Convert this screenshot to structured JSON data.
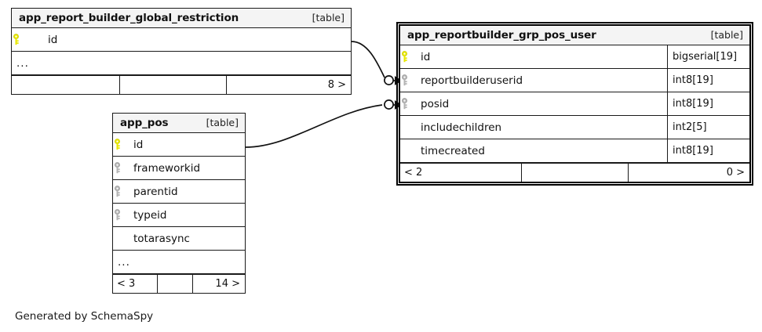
{
  "diagram": {
    "kind": "schemaspy-er-diagram",
    "footer_note": "Generated by SchemaSpy",
    "table_tag": "[table]",
    "ellipsis": "...",
    "colors": {
      "primary_key": "#e8e800",
      "foreign_key": "#b0b0b0",
      "header_bg": "#f4f4f4",
      "border": "#1a1a1a",
      "text": "#111111",
      "background": "#ffffff"
    }
  },
  "tables": [
    {
      "id": "app_report_builder_global_restriction",
      "name": "app_report_builder_global_restriction",
      "tag": "[table]",
      "focal": false,
      "show_types": false,
      "columns": [
        {
          "name": "id",
          "key": "primary",
          "type": "",
          "indent": true
        }
      ],
      "has_more_row": true,
      "more_label": "...",
      "footer": {
        "left": "",
        "mid": "",
        "right": "8 >"
      }
    },
    {
      "id": "app_pos",
      "name": "app_pos",
      "tag": "[table]",
      "focal": false,
      "show_types": false,
      "columns": [
        {
          "name": "id",
          "key": "primary",
          "type": "",
          "indent": false
        },
        {
          "name": "frameworkid",
          "key": "foreign",
          "type": "",
          "indent": false
        },
        {
          "name": "parentid",
          "key": "foreign",
          "type": "",
          "indent": false
        },
        {
          "name": "typeid",
          "key": "foreign",
          "type": "",
          "indent": false
        },
        {
          "name": "totarasync",
          "key": "none",
          "type": "",
          "indent": false
        }
      ],
      "has_more_row": true,
      "more_label": "...",
      "footer": {
        "left": "< 3",
        "mid": "",
        "right": "14 >"
      }
    },
    {
      "id": "app_reportbuilder_grp_pos_user",
      "name": "app_reportbuilder_grp_pos_user",
      "tag": "[table]",
      "focal": true,
      "show_types": true,
      "columns": [
        {
          "name": "id",
          "key": "primary",
          "type": "bigserial[19]",
          "indent": false
        },
        {
          "name": "reportbuilderuserid",
          "key": "foreign",
          "type": "int8[19]",
          "indent": false
        },
        {
          "name": "posid",
          "key": "foreign",
          "type": "int8[19]",
          "indent": false
        },
        {
          "name": "includechildren",
          "key": "none",
          "type": "int2[5]",
          "indent": false
        },
        {
          "name": "timecreated",
          "key": "none",
          "type": "int8[19]",
          "indent": false
        }
      ],
      "has_more_row": false,
      "more_label": "",
      "footer": {
        "left": "< 2",
        "mid": "",
        "right": "0 >"
      }
    }
  ],
  "relationships": [
    {
      "name": "global-restriction-to-reportbuilderuserid",
      "from_table": "app_report_builder_global_restriction",
      "from_column": "id",
      "to_table": "app_reportbuilder_grp_pos_user",
      "to_column": "reportbuilderuserid",
      "optional": true
    },
    {
      "name": "pos-to-posid",
      "from_table": "app_pos",
      "from_column": "id",
      "to_table": "app_reportbuilder_grp_pos_user",
      "to_column": "posid",
      "optional": true
    }
  ]
}
